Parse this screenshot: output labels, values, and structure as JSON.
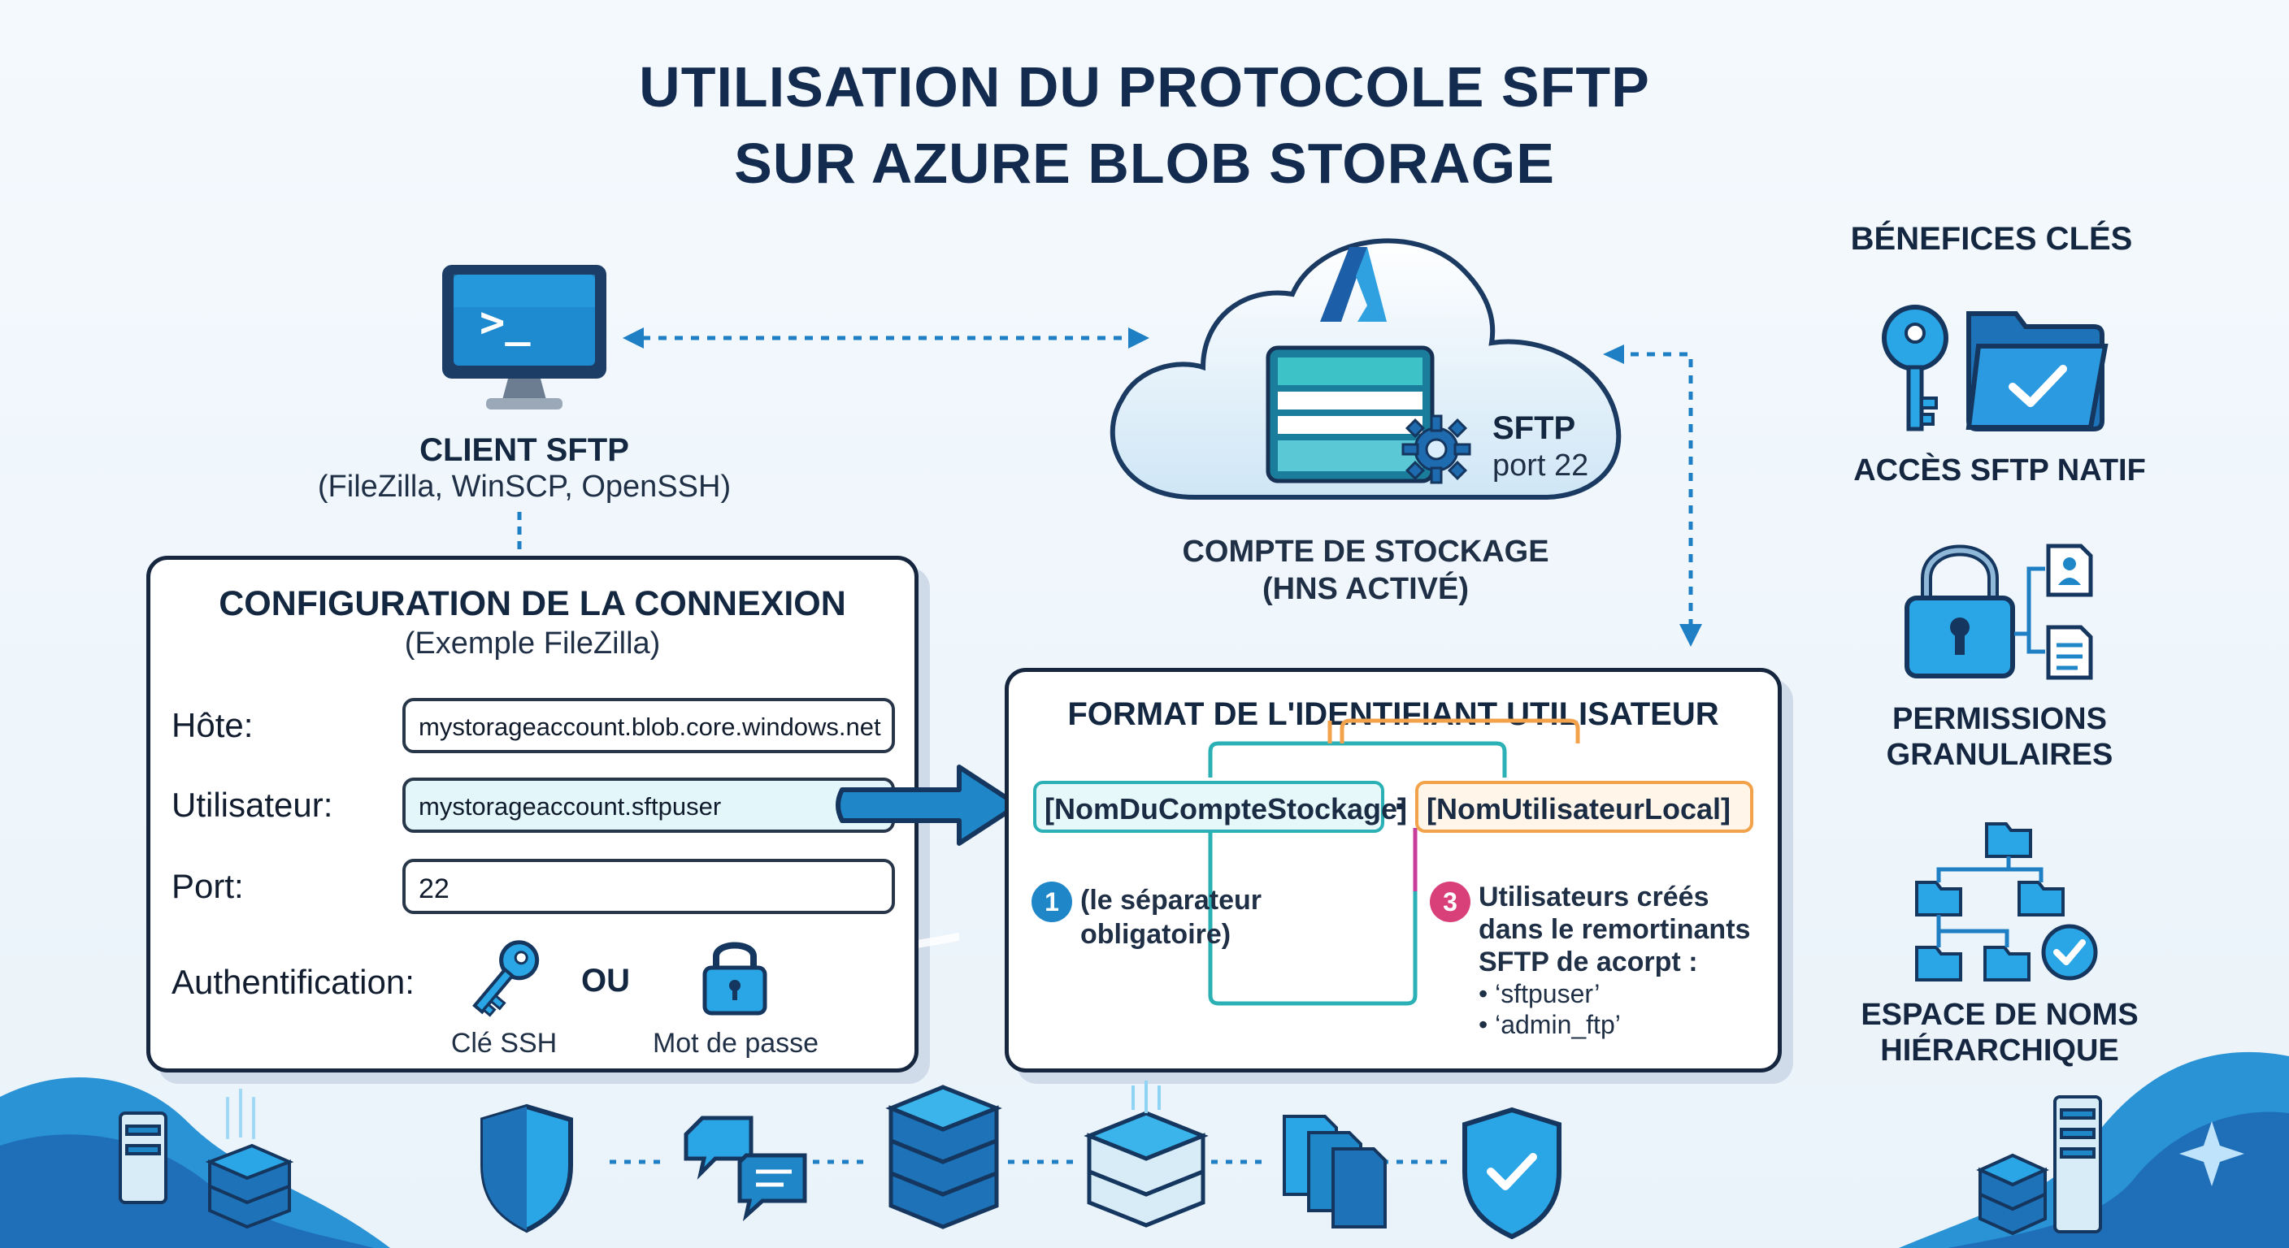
{
  "title": {
    "line1": "UTILISATION DU PROTOCOLE SFTP",
    "line2": "SUR AZURE BLOB STORAGE"
  },
  "client": {
    "title": "CLIENT SFTP",
    "subtitle": "(FileZilla, WinSCP, OpenSSH)",
    "icon": "terminal-monitor-icon",
    "prompt": ">_"
  },
  "cloud": {
    "sftp_label": "SFTP",
    "port_label": "port 22",
    "caption_line1": "COMPTE DE STOCKAGE",
    "caption_line2": "(HNS ACTIVÉ)",
    "icon": "azure-logo-icon"
  },
  "config": {
    "title": "CONFIGURATION DE LA CONNEXION",
    "subtitle": "(Exemple FileZilla)",
    "fields": [
      {
        "label": "Hôte:",
        "value": "mystorageaccount.blob.core.windows.net"
      },
      {
        "label": "Utilisateur:",
        "value": "mystorageaccount.sftpuser"
      },
      {
        "label": "Port:",
        "value": "22"
      }
    ],
    "auth_label": "Authentification:",
    "auth_key": "Clé SSH",
    "auth_or": "OU",
    "auth_password": "Mot de passe"
  },
  "format": {
    "title": "FORMAT DE L'IDENTIFIANT UTILISATEUR",
    "part1": "[NomDuCompteStockage]",
    "separator": ".",
    "part2": "[NomUtilisateurLocal]",
    "note1_num": "1",
    "note1_line1": "(le séparateur",
    "note1_line2": "obligatoire)",
    "note3_num": "3",
    "note3_line1": "Utilisateurs créés",
    "note3_line2": "dans le remortinants",
    "note3_line3": "SFTP de acorpt :",
    "note3_bullet1": "• ‘sftpuser’",
    "note3_bullet2": "• ‘admin_ftp’"
  },
  "benefits": {
    "title": "BÉNEFICES CLÉS",
    "items": [
      {
        "line1": "ACCÈS SFTP NATIF",
        "line2": "",
        "icon": "key-folder-icon"
      },
      {
        "line1": "PERMISSIONS",
        "line2": "GRANULAIRES",
        "icon": "lock-permissions-icon"
      },
      {
        "line1": "ESPACE DE NOMS",
        "line2": "HIÉRARCHIQUE",
        "icon": "folder-tree-icon"
      }
    ]
  },
  "colors": {
    "navy": "#132b4e",
    "blue": "#1f7fc4",
    "teal": "#1ab0b5",
    "orange": "#f2a24a",
    "pink": "#d9407a",
    "magenta": "#c83d9b"
  }
}
